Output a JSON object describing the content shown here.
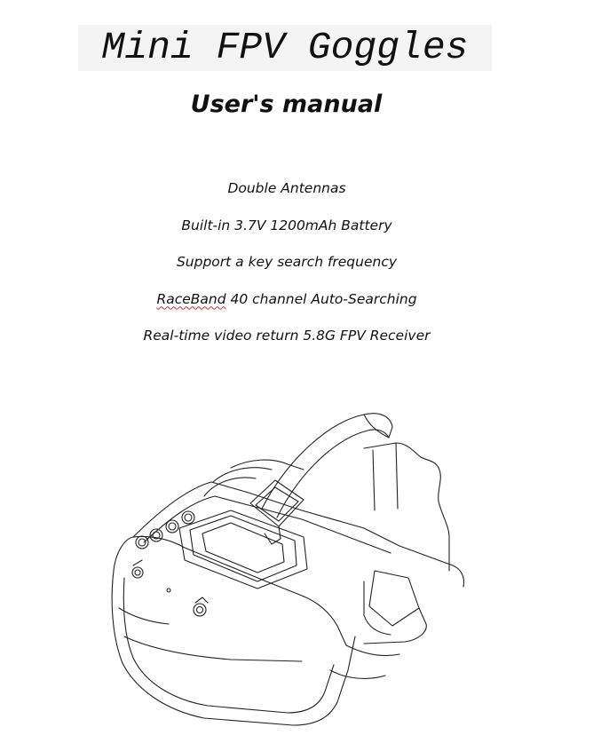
{
  "document": {
    "title": "Mini FPV Goggles",
    "subtitle": "User's manual",
    "features": [
      {
        "lead": "",
        "rest": "Double Antennas"
      },
      {
        "lead": "",
        "rest": "Built-in 3.7V 1200mAh Battery"
      },
      {
        "lead": "",
        "rest": "Support a key search frequency"
      },
      {
        "lead": "RaceBand",
        "rest": " 40 channel Auto-Searching"
      },
      {
        "lead": "",
        "rest": "Real-time video return 5.8G FPV Receiver"
      }
    ]
  },
  "illustration": {
    "icon": "fpv-goggles-line-drawing",
    "stroke_color": "#222222"
  }
}
